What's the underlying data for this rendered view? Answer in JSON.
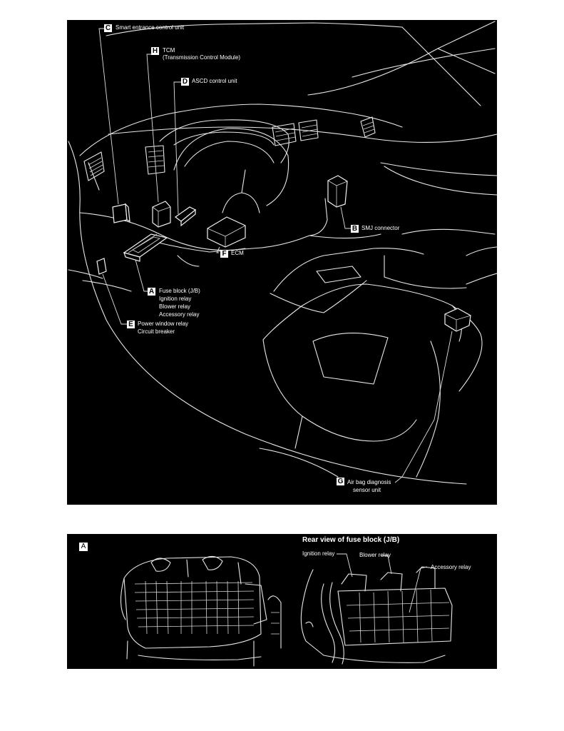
{
  "top_diagram": {
    "callouts": [
      {
        "letter": "C",
        "label": "Smart entrance control unit"
      },
      {
        "letter": "H",
        "label": "TCM",
        "sublabel": "(Transmission Control Module)"
      },
      {
        "letter": "D",
        "label": "ASCD control unit"
      },
      {
        "letter": "B",
        "label": "SMJ connector"
      },
      {
        "letter": "F",
        "label": "ECM"
      },
      {
        "letter": "A",
        "label": "Fuse block (J/B)",
        "items": [
          "Ignition relay",
          "Blower relay",
          "Accessory relay"
        ]
      },
      {
        "letter": "E",
        "label": "Power window relay",
        "items": [
          "Circuit breaker"
        ]
      },
      {
        "letter": "G",
        "label": "Air bag diagnosis",
        "items": [
          "sensor unit"
        ]
      }
    ]
  },
  "bottom_diagram": {
    "badge": "A",
    "title": "Rear view of fuse block (J/B)",
    "labels": [
      "Ignition relay",
      "Blower relay",
      "Accessory relay"
    ]
  }
}
